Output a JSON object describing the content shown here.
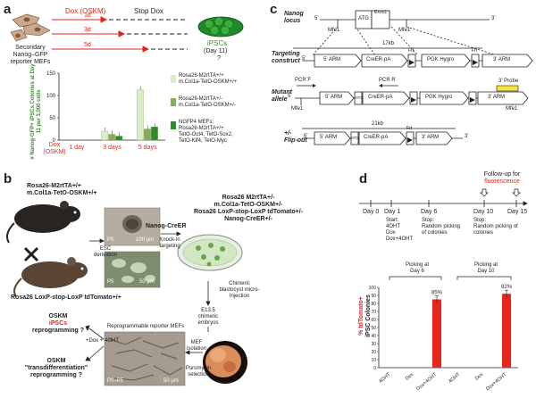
{
  "panel_a": {
    "label": "a",
    "dox_osk_label": "Dox (OSKM)",
    "stop_dox_label": "Stop Dox",
    "cell_label": "Secondary\nNanog–GFP\nreporter MEFs",
    "arrow_times": [
      "1d",
      "3d",
      "5d"
    ],
    "ipsc_label": "iPSCs",
    "ipsc_day": "(Day 11)",
    "question": "?",
    "chart": {
      "ylabel": "# Nanog-GFP+ iPSCs Colonies at Day 11 per 3,000 cells",
      "dox_label": "Dox\n(OSKM)",
      "y_ticks": [
        "0",
        "50",
        "100",
        "150"
      ],
      "legend": [
        "Rosa26-M2rtTA+/+\nm.Col1a-TetO-OSKM+/+",
        "Rosa26-M2rtTA+/-\nm.Col1a-TetO-OSKM+/-",
        "NGFP4 MEFs:\nRosa26-M2rtTA+/+\nTetO-Oct4, TetO-Sox2,\nTetO-Klf4, TetO-Myc"
      ]
    }
  },
  "panel_b": {
    "label": "b",
    "mouse1": "Rosa26-M2rtTA+/+\nm.Col1a-TetO-OSKM+/+",
    "mouse2": "Rosa26 LoxP-stop-LoxP tdTomato+/+",
    "esc_derivation": "ESC\nderivation",
    "p0": "P0",
    "p5": "P5",
    "scale1": "100 μm",
    "scale2": "50 μm",
    "nanog_creer": "Nanog-CreER",
    "knockin": "Knock-in\ntargeting",
    "result_genotype": "Rosa26 M2rtTA+/-\nm.Col1a-TetO-OSKM+/-\nRosa26 LoxP-stop-LoxP tdTomato+/-\nNanog-CreER+/-",
    "chimeric": "Chimeric\nblastocyst micro-\nInjection",
    "e135": "E13.5\nchimeric\nembryos",
    "mef_isolation": "MEF\nisolation",
    "puromycin": "Puromycin\nselection",
    "reprogrammable": "Reprogrammable\nreporter MEFs",
    "dox_4oht": "+Dox + 4OHT",
    "p0_p5": "P0–P5",
    "scale3": "50 μm",
    "osk1_line1": "OSKM",
    "osk1_line2": "iPSCs",
    "osk1_line3": "reprogramming ?",
    "osk2_line1": "OSKM",
    "osk2_line2": "\"transdifferentiation\"",
    "osk2_line3": "reprogramming ?"
  },
  "panel_c": {
    "label": "c",
    "nanog_locus": "Nanog\nlocus",
    "targeting": "Targeting\nconstruct",
    "mutant": "Mutant\nallele",
    "flipout": "+/-\nFlip-out",
    "five": "5'",
    "three": "3'",
    "exon1": "Exon1",
    "atg": "ATG",
    "mfe1": "Mfe1",
    "kb17": "17kb",
    "kb21": "21kb",
    "arm5": "5' ARM",
    "arm3": "3' ARM",
    "creer": "CreER-pA",
    "frt": "Frt",
    "pgk": "PGK Hygro",
    "pcr_f": "PCR F",
    "pcr_r": "PCR R",
    "probe": "3' Probe"
  },
  "panel_d": {
    "label": "d",
    "follow_up": "Follow-up for",
    "fluorescence": "fluorescence",
    "days": [
      "Day 0",
      "Day 1",
      "Day 6",
      "Day 10",
      "Day 15"
    ],
    "day1_text": "Start:\n4OHT\nDox\nDox+4OHT",
    "day6_text": "Stop:\nRandom picking\nof colonies",
    "day10_text": "Stop:\nRandom picking of\ncolonies",
    "picking6": "Picking at\nDay 6",
    "picking10": "Picking at\nDay 10",
    "ylabel_red": "% tdTomato+",
    "ylabel_black": "iPSC Colonies"
  },
  "chart_data": [
    {
      "type": "bar",
      "title": "",
      "xlabel": "",
      "ylabel": "# Nanog-GFP+ iPSCs Colonies at Day 11 per 3,000 cells",
      "categories": [
        "1 day",
        "3 days",
        "5 days"
      ],
      "ylim": [
        0,
        150
      ],
      "series": [
        {
          "name": "Rosa26-M2rtTA+/+ m.Col1a-TetO-OSKM+/+",
          "color": "#dcebc8",
          "values": [
            0,
            20,
            113
          ]
        },
        {
          "name": "Rosa26-M2rtTA+/- m.Col1a-TetO-OSKM+/-",
          "color": "#8aa860",
          "values": [
            0,
            13,
            25
          ]
        },
        {
          "name": "NGFP4 MEFs: Rosa26-M2rtTA+/+ TetO-Oct4, TetO-Sox2, TetO-Klf4, TetO-Myc",
          "color": "#2e8b2e",
          "values": [
            0,
            9,
            30
          ]
        }
      ]
    },
    {
      "type": "bar",
      "title": "",
      "ylabel": "% tdTomato+ iPSC Colonies",
      "ylim": [
        0,
        100
      ],
      "y_ticks": [
        0,
        10,
        20,
        30,
        40,
        50,
        60,
        70,
        80,
        90,
        100
      ],
      "groups": [
        {
          "name": "Picking at Day 6",
          "categories": [
            "4OHT",
            "Dox",
            "Dox+4OHT"
          ],
          "values": [
            0,
            0,
            85
          ],
          "labels": [
            "",
            "",
            "85%"
          ]
        },
        {
          "name": "Picking at Day 10",
          "categories": [
            "4OHT",
            "Dox",
            "Dox+4OHT"
          ],
          "values": [
            0,
            0,
            92
          ],
          "labels": [
            "",
            "",
            "92%"
          ]
        }
      ],
      "color": "#e8261c"
    }
  ]
}
